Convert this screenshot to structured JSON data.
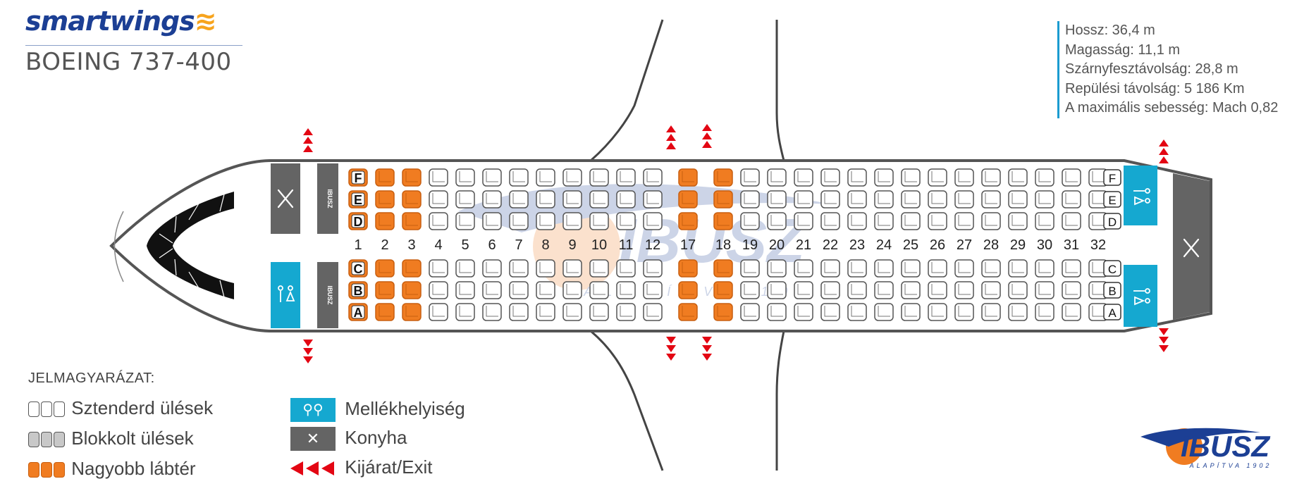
{
  "header": {
    "brand": "smartwings",
    "model": "BOEING 737-400"
  },
  "specs": [
    "Hossz: 36,4 m",
    "Magasság: 11,1 m",
    "Szárnyfesztávolság: 28,8 m",
    "Repülési távolság: 5 186 Km",
    "A maximális sebesség: Mach 0,82"
  ],
  "seatmap": {
    "rows": [
      "1",
      "2",
      "3",
      "4",
      "5",
      "6",
      "7",
      "8",
      "9",
      "10",
      "11",
      "12",
      "17",
      "18",
      "19",
      "20",
      "21",
      "22",
      "23",
      "24",
      "25",
      "26",
      "27",
      "28",
      "29",
      "30",
      "31",
      "32"
    ],
    "letters_upper": [
      "F",
      "E",
      "D"
    ],
    "letters_lower": [
      "C",
      "B",
      "A"
    ],
    "extra_legroom_rows": [
      "1",
      "2",
      "3",
      "17",
      "18"
    ],
    "watermark": {
      "name": "IBUSZ",
      "tagline": "ALAPÍTVA 1902"
    }
  },
  "legend": {
    "title": "JELMAGYARÁZAT:",
    "standard": "Sztenderd ülések",
    "blocked": "Blokkolt ülések",
    "legroom": "Nagyobb lábtér",
    "toilet": "Mellékhelyiség",
    "galley": "Konyha",
    "exit": "Kijárat/Exit"
  },
  "logo": {
    "name": "IBUSZ",
    "tagline": "ALAPÍTVA 1902"
  },
  "colors": {
    "legroom": "#f07c21",
    "toilet": "#15a8d0",
    "galley": "#646464",
    "exit": "#e30613",
    "brand": "#1c3f94"
  }
}
